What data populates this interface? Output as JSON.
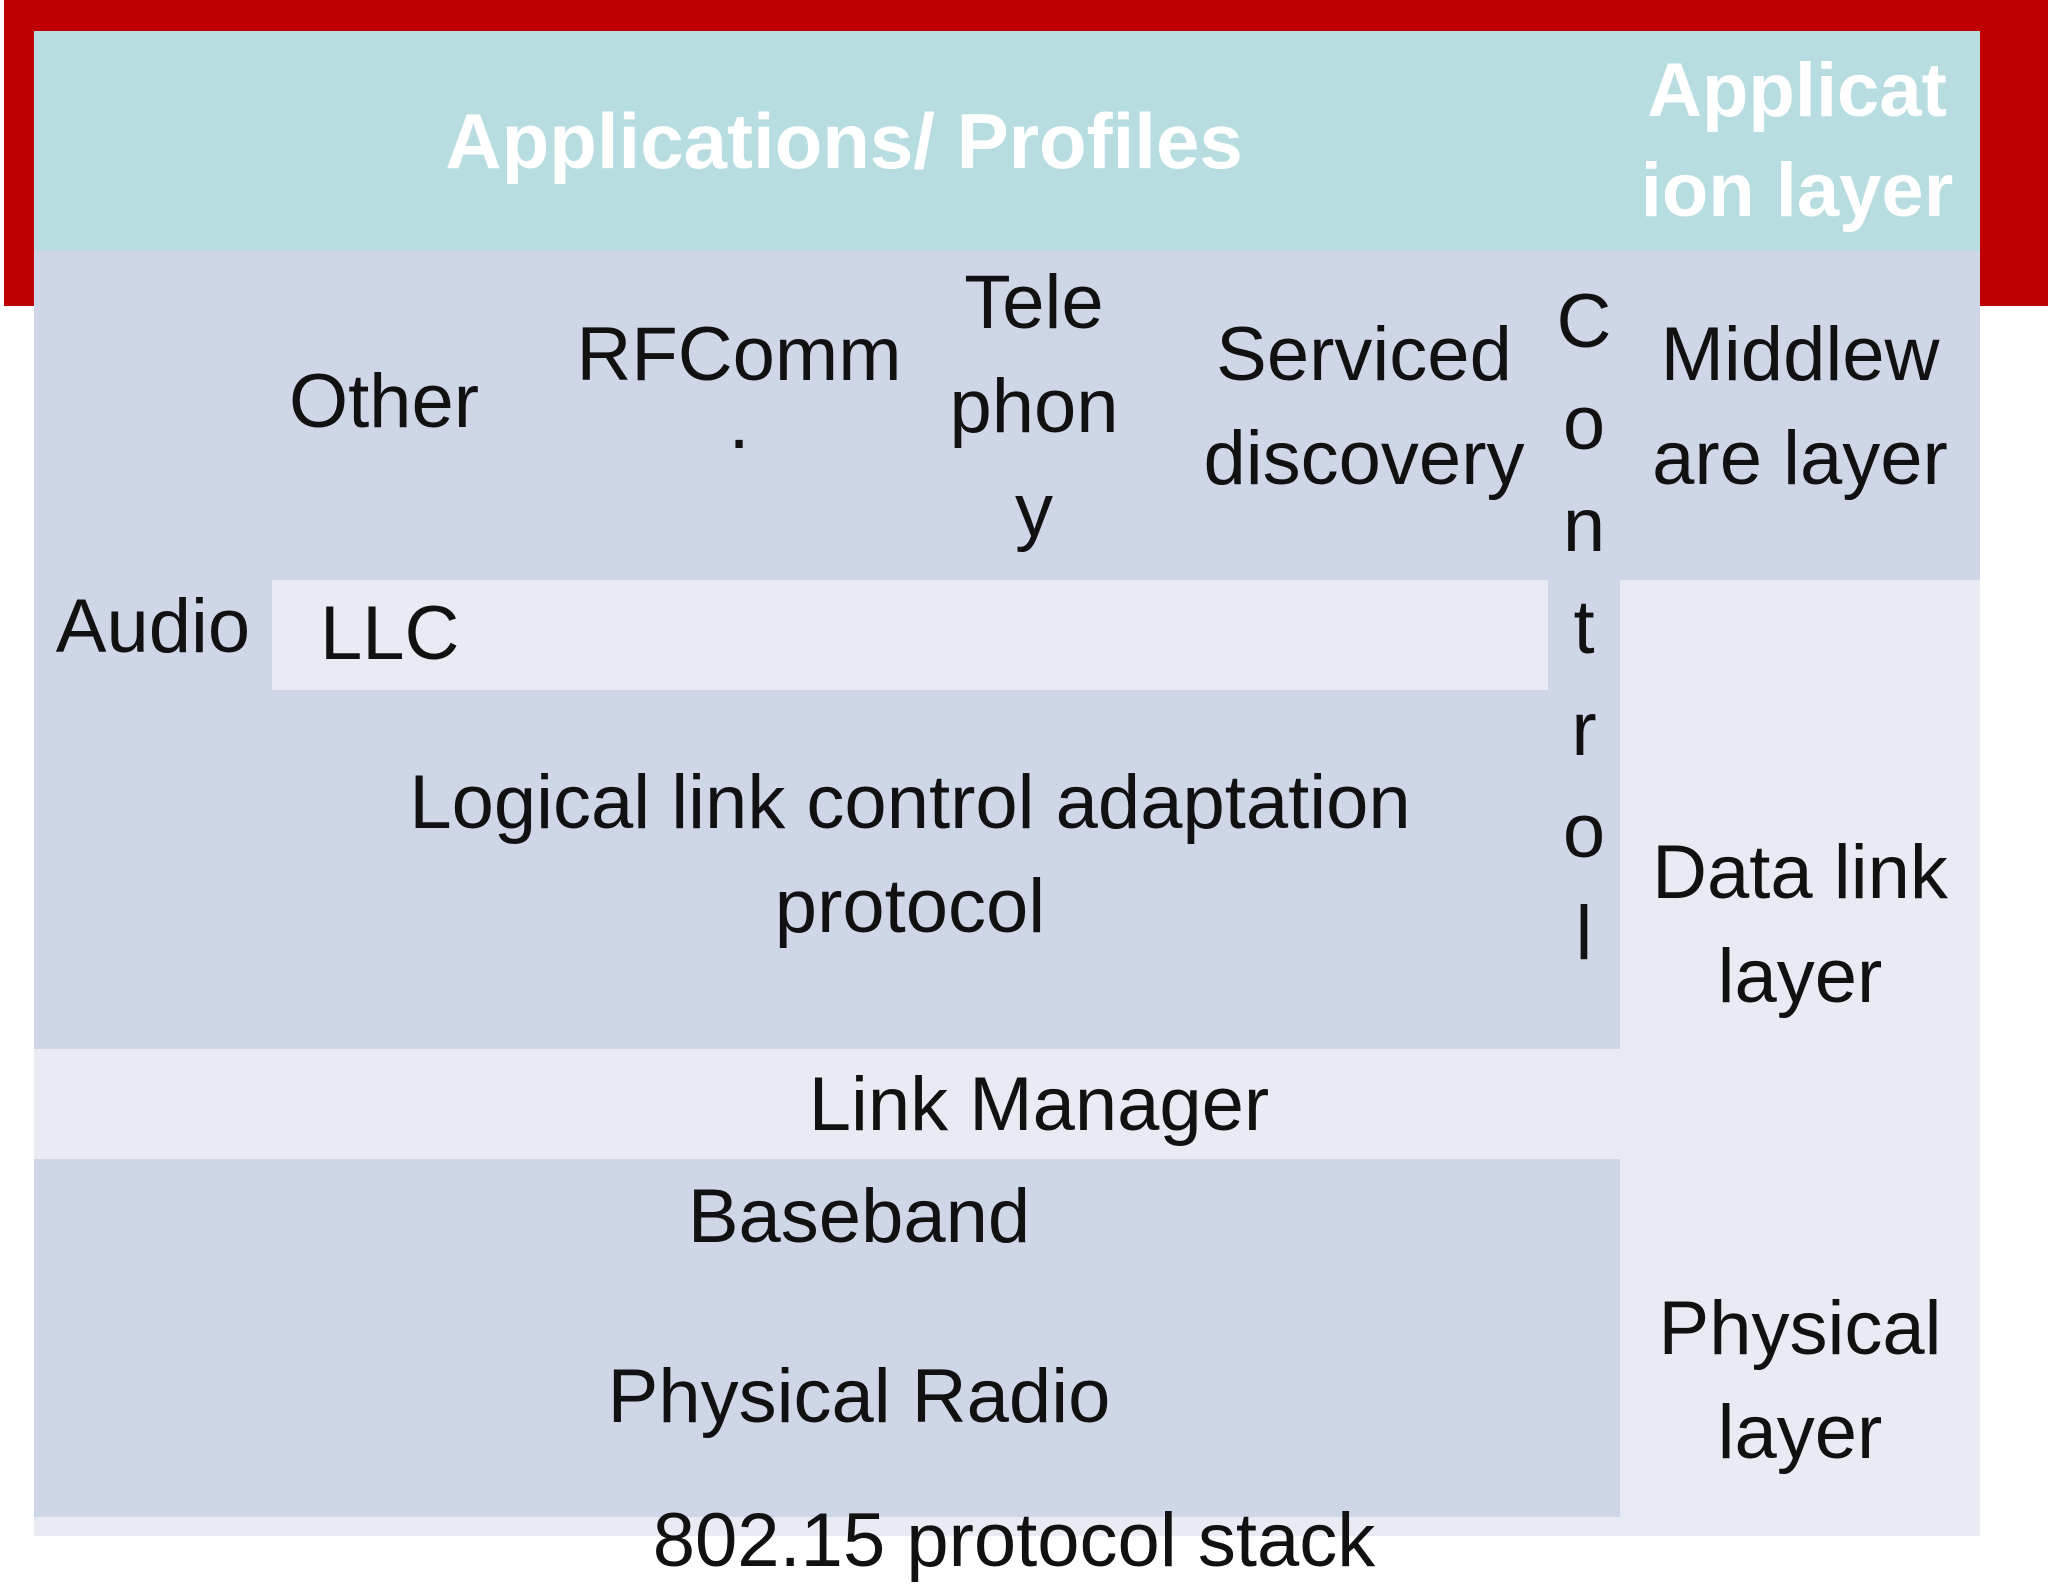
{
  "application_layer": {
    "title": "Applications/ Profiles",
    "layer_label_line1": "Applicat",
    "layer_label_line2": "ion layer"
  },
  "middleware": {
    "other": "Other",
    "rfcomm_line1": "RFComm",
    "rfcomm_line2": ".",
    "telephony_line1": "Tele",
    "telephony_line2": "phon",
    "telephony_line3": "y",
    "service_line1": "Serviced",
    "service_line2": "discovery",
    "layer_label_line1": "Middlew",
    "layer_label_line2": "are layer"
  },
  "control_letters": [
    "C",
    "o",
    "n",
    "t",
    "r",
    "o",
    "l"
  ],
  "audio": "Audio",
  "llc": "LLC",
  "l2cap_line1": "Logical link control adaptation",
  "l2cap_line2": "protocol",
  "link_manager": "Link Manager",
  "baseband": "Baseband",
  "physical_radio": "Physical Radio",
  "stack_caption": "802.15 protocol stack",
  "data_link_layer_line1": "Data link",
  "data_link_layer_line2": "layer",
  "physical_layer_line1": "Physical",
  "physical_layer_line2": "layer",
  "colors": {
    "header_red": "#c00000",
    "application_band": "#b7dde1",
    "dark_block": "#cfd6e8",
    "light_block": "#e8eaf4"
  }
}
